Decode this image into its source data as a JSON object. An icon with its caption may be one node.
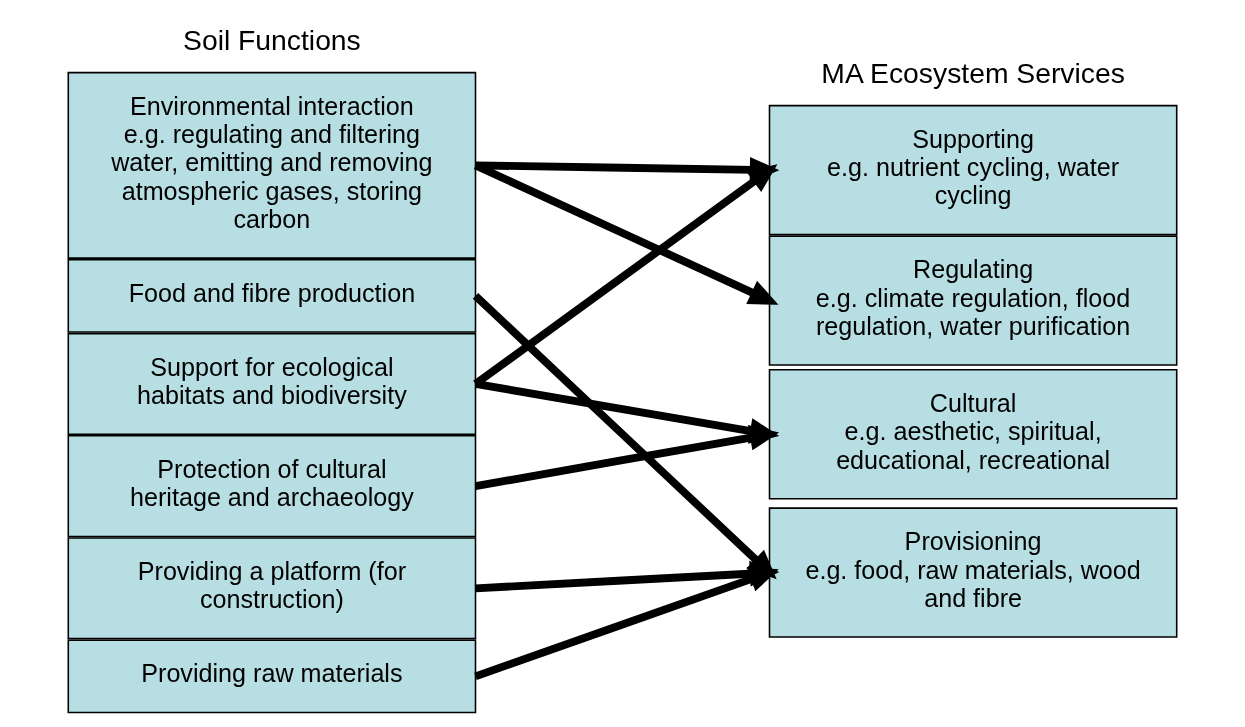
{
  "diagram": {
    "nodes": [
      {
        "text": [
          "Environmental interaction",
          "e.g. regulating and filtering water, emitting and removing atmospheric gases, storing carbon"
        ]
      },
      {
        "text": [
          "Food and fibre production"
        ]
      },
      {
        "text": [
          "Support for ecological habitats and biodiversity"
        ]
      },
      {
        "text": [
          "Protection of cultural heritage and archaeology"
        ]
      },
      {
        "text": [
          "Providing a platform (for construction)"
        ]
      },
      {
        "text": [
          "Providing raw materials"
        ]
      },
      {
        "text": [
          "Supporting",
          "e.g. nutrient cycling, water cycling"
        ]
      },
      {
        "text": [
          "Regulating",
          "e.g. climate regulation, flood regulation, water purification"
        ]
      },
      {
        "text": [
          "Cultural",
          "e.g. aesthetic, spiritual, educational, recreational"
        ]
      },
      {
        "text": [
          "Provisioning",
          "e.g. food, raw materials, wood and fibre"
        ]
      }
    ],
    "edges": [
      {
        "from": 0,
        "to": 6,
        "arrow": "to"
      },
      {
        "from": 0,
        "to": 7,
        "arrow": "to"
      },
      {
        "from": 1,
        "to": 9,
        "arrow": "to"
      },
      {
        "from": 2,
        "to": 6,
        "arrow": "to"
      },
      {
        "from": 2,
        "to": 8,
        "arrow": "to"
      },
      {
        "from": 3,
        "to": 8,
        "arrow": "to"
      },
      {
        "from": 4,
        "to": 9,
        "arrow": "to"
      },
      {
        "from": 5,
        "to": 9,
        "arrow": "to"
      }
    ],
    "labels": [
      "Soil Functions",
      "MA Ecosystem Services"
    ]
  }
}
